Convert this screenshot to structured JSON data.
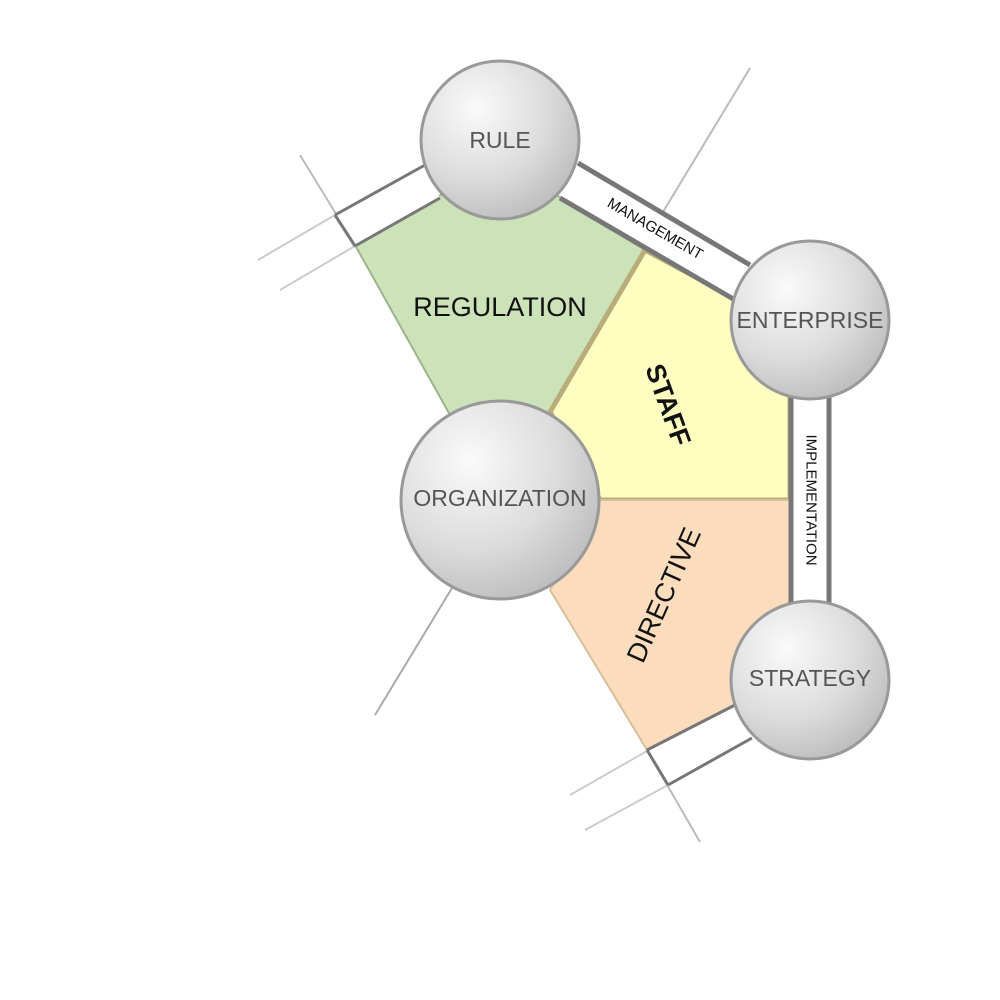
{
  "nodes": {
    "rule": "RULE",
    "enterprise": "ENTERPRISE",
    "organization": "ORGANIZATION",
    "strategy": "STRATEGY"
  },
  "areas": {
    "regulation": "REGULATION",
    "staff": "STAFF",
    "directive": "DIRECTIVE"
  },
  "bands": {
    "management": "MANAGEMENT",
    "implementation": "IMPLEMENTATION"
  },
  "colors": {
    "regulation": "#cce2b9",
    "staff": "#fefec0",
    "directive": "#fbdcbc",
    "node": "#d8d8d8",
    "band_edge": "#777777"
  }
}
